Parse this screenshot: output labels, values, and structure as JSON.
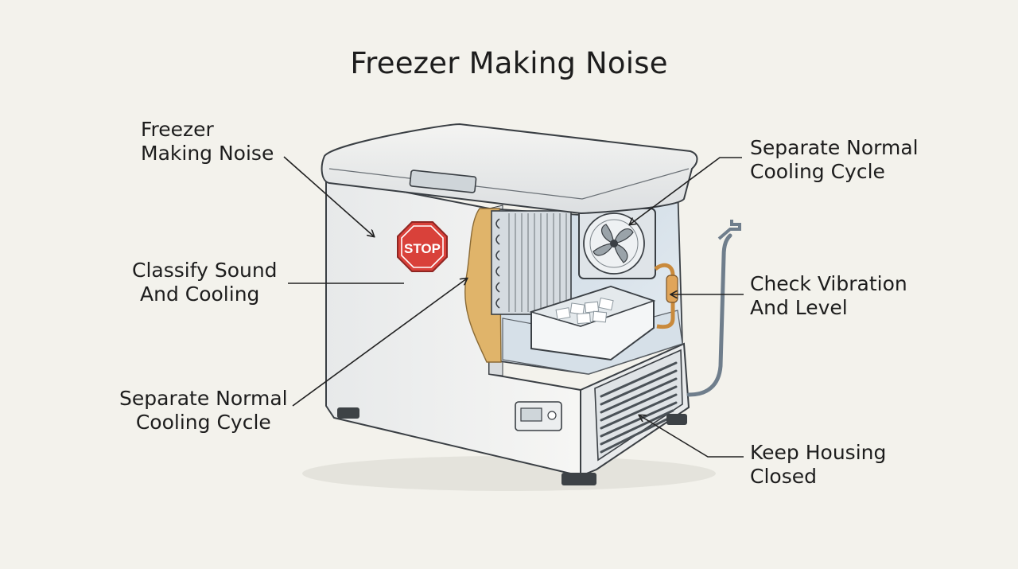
{
  "title": "Freezer Making Noise",
  "labels": {
    "top_left": [
      "Freezer",
      "Making Noise"
    ],
    "mid_left": [
      "Classify Sound",
      "And Cooling"
    ],
    "bottom_left": [
      "Separate Normal",
      "Cooling Cycle"
    ],
    "top_right": [
      "Separate Normal",
      "Cooling Cycle"
    ],
    "mid_right": [
      "Check Vibration",
      "And Level"
    ],
    "bottom_right": [
      "Keep Housing",
      "Closed"
    ]
  },
  "stop_sign": "STOP",
  "colors": {
    "background": "#f3f2ec",
    "stop_red": "#d9413a",
    "insulation": "#e0b46a",
    "outline": "#3a3f44"
  }
}
